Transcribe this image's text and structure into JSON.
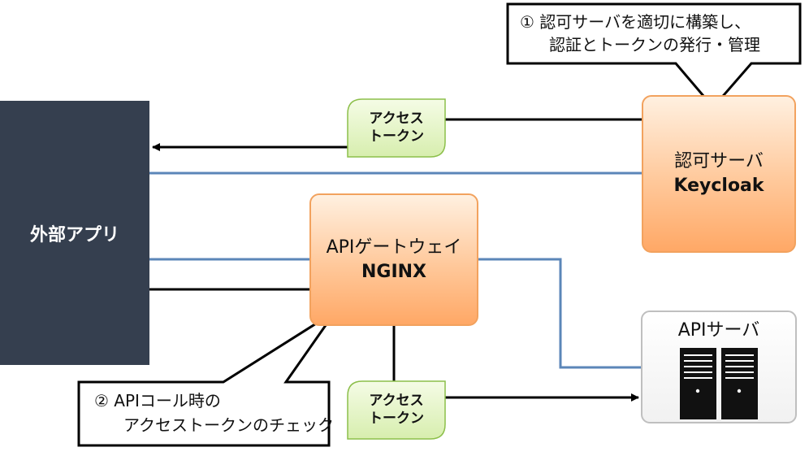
{
  "external_app": {
    "label": "外部アプリ"
  },
  "auth_server": {
    "line1": "認可サーバ",
    "line2": "Keycloak"
  },
  "gateway": {
    "line1": "APIゲートウェイ",
    "line2": "NGINX"
  },
  "api_server": {
    "label": "APIサーバ"
  },
  "token_top": {
    "line1": "アクセス",
    "line2": "トークン"
  },
  "token_bottom": {
    "line1": "アクセス",
    "line2": "トークン"
  },
  "callout_1": {
    "line1": "①  認可サーバを適切に構築し、",
    "line2": "認証とトークンの発行・管理"
  },
  "callout_2": {
    "line1": "②  APIコール時の",
    "line2": "アクセストークンのチェック"
  },
  "colors": {
    "external_app_fill": "#353F4F",
    "blue_line": "#5B86B8",
    "tag_fill": "#E4F5C4",
    "tag_border": "#8CBF4A",
    "orange_border": "#F2A25E"
  }
}
